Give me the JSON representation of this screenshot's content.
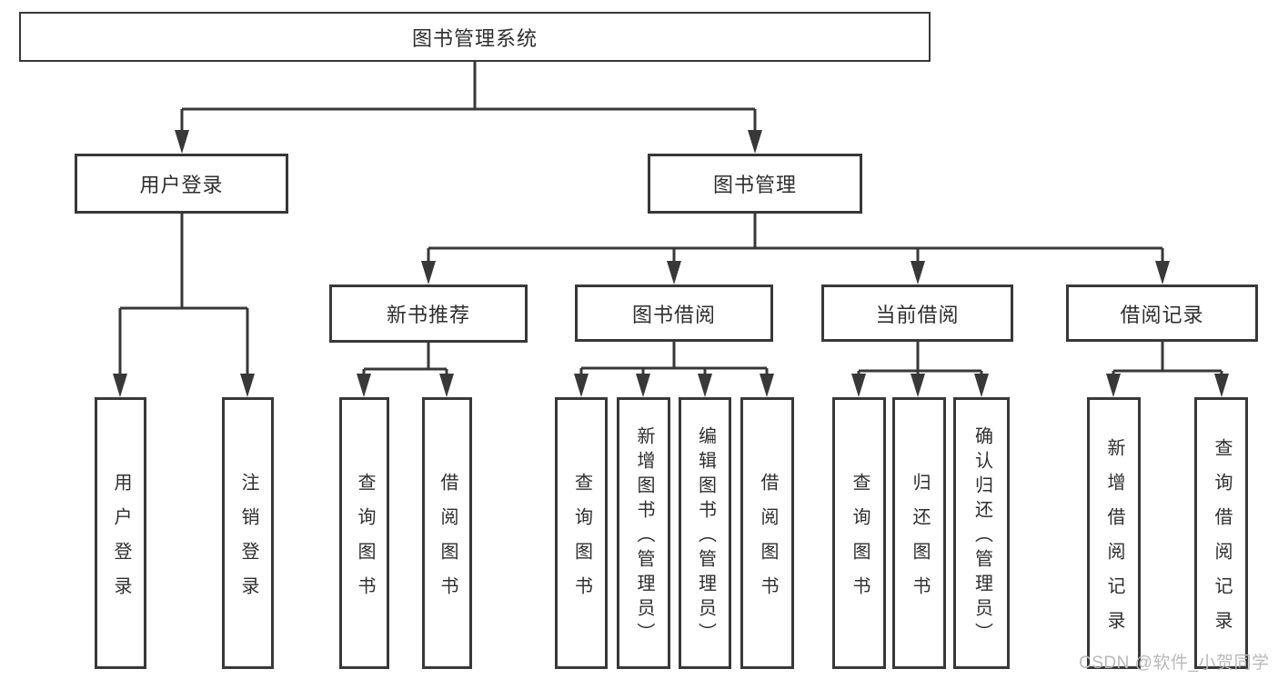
{
  "diagram": {
    "root": {
      "label": "图书管理系统"
    },
    "level1": [
      {
        "label": "用户登录"
      },
      {
        "label": "图书管理"
      }
    ],
    "level2": [
      {
        "label": "新书推荐",
        "parent": "图书管理"
      },
      {
        "label": "图书借阅",
        "parent": "图书管理"
      },
      {
        "label": "当前借阅",
        "parent": "图书管理"
      },
      {
        "label": "借阅记录",
        "parent": "图书管理"
      }
    ],
    "leaves": [
      {
        "label": "用户登录",
        "parent": "用户登录"
      },
      {
        "label": "注销登录",
        "parent": "用户登录"
      },
      {
        "label": "查询图书",
        "parent": "新书推荐"
      },
      {
        "label": "借阅图书",
        "parent": "新书推荐"
      },
      {
        "label": "查询图书",
        "parent": "图书借阅"
      },
      {
        "label": "新增图书（管理员）",
        "parent": "图书借阅"
      },
      {
        "label": "编辑图书（管理员）",
        "parent": "图书借阅"
      },
      {
        "label": "借阅图书",
        "parent": "图书借阅"
      },
      {
        "label": "查询图书",
        "parent": "当前借阅"
      },
      {
        "label": "归还图书",
        "parent": "当前借阅"
      },
      {
        "label": "确认归还（管理员）",
        "parent": "当前借阅"
      },
      {
        "label": "新增借阅记录",
        "parent": "借阅记录"
      },
      {
        "label": "查询借阅记录",
        "parent": "借阅记录"
      }
    ],
    "watermark": "CSDN @软件_小贺同学",
    "colors": {
      "line": "#383838",
      "box_border": "#383838",
      "text": "#2e2e2e",
      "background": "#ffffff",
      "watermark_text": "#b9b9b9"
    }
  }
}
